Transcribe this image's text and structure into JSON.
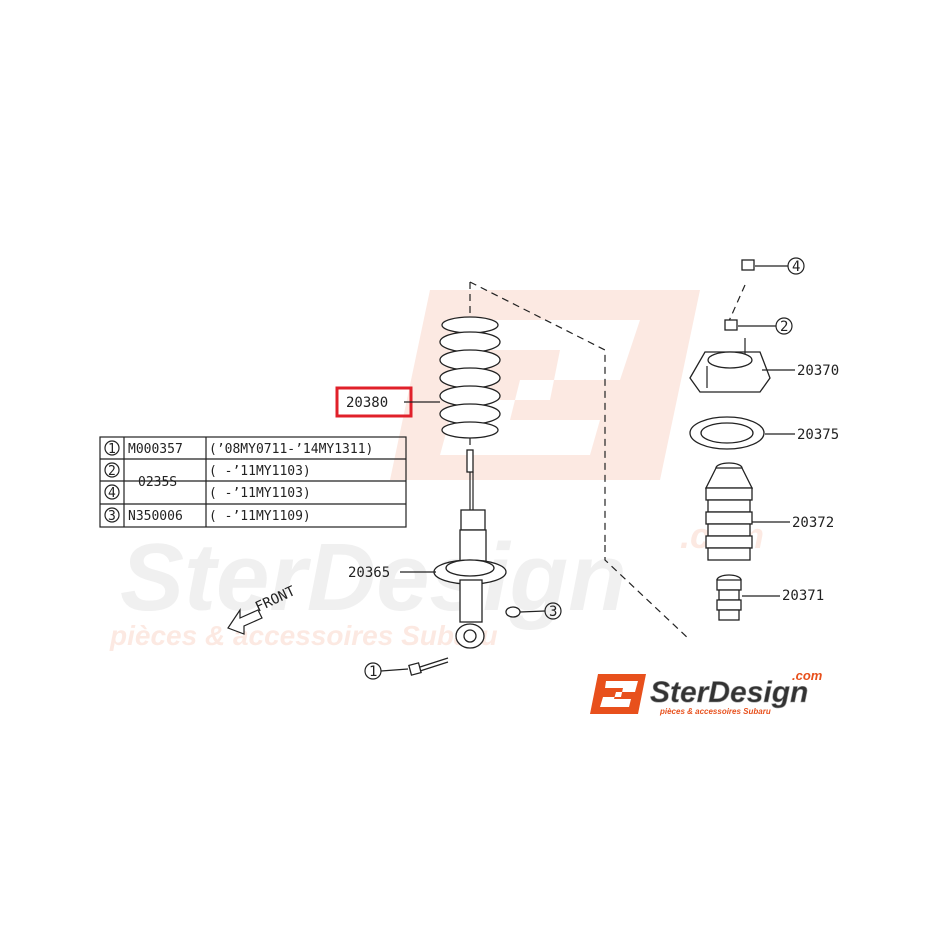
{
  "watermark": {
    "main": "SterDesign",
    "sub": "pièces & accessoires Subaru",
    "com": ".com"
  },
  "brand": {
    "name": "SterDesign",
    "com": ".com",
    "tagline": "pièces & accessoires Subaru",
    "color": "#e8501c"
  },
  "highlight_color": "#e0202a",
  "parts": {
    "p20380": "20380",
    "p20365": "20365",
    "p20370": "20370",
    "p20375": "20375",
    "p20372": "20372",
    "p20371": "20371"
  },
  "callouts": {
    "c1": "1",
    "c2": "2",
    "c3": "3",
    "c4": "4"
  },
  "front_label": "FRONT",
  "table": {
    "rows": [
      {
        "num": "1",
        "part": "M000357",
        "range": "(’08MY0711-’14MY1311)"
      },
      {
        "num": "2",
        "part": "0235S",
        "range": "(        -’11MY1103)"
      },
      {
        "num": "4",
        "part": "",
        "range": "(        -’11MY1103)"
      },
      {
        "num": "3",
        "part": "N350006",
        "range": "(        -’11MY1109)"
      }
    ]
  }
}
